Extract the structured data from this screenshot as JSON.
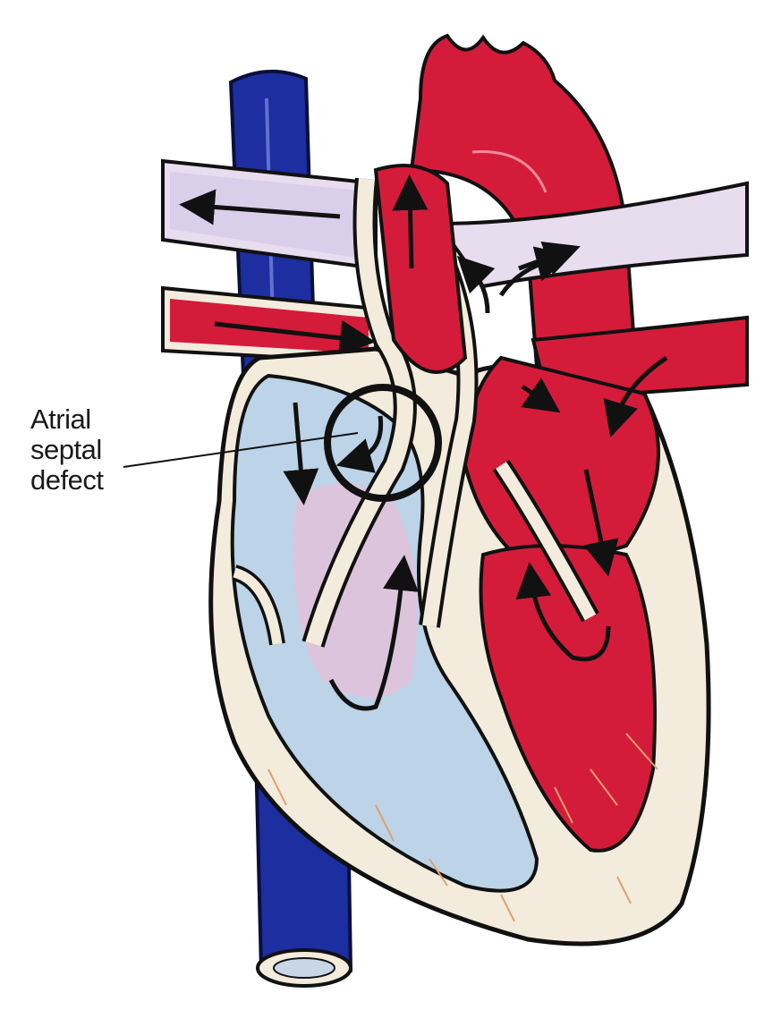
{
  "diagram": {
    "label": {
      "lines": [
        "Atrial",
        "septal",
        "defect"
      ]
    },
    "colors": {
      "oxygenated_blood": "#d41c3a",
      "deoxygenated_blood": "#bcd3e8",
      "mixed_blood": "#ead3e6",
      "vena_cava": "#1c2ea0",
      "heart_wall": "#f3ecdc",
      "outline": "#111111",
      "defect_circle": "#111111"
    },
    "icons": {
      "flow_arrows": "arrow-icon",
      "defect_marker": "circle-highlight"
    }
  }
}
